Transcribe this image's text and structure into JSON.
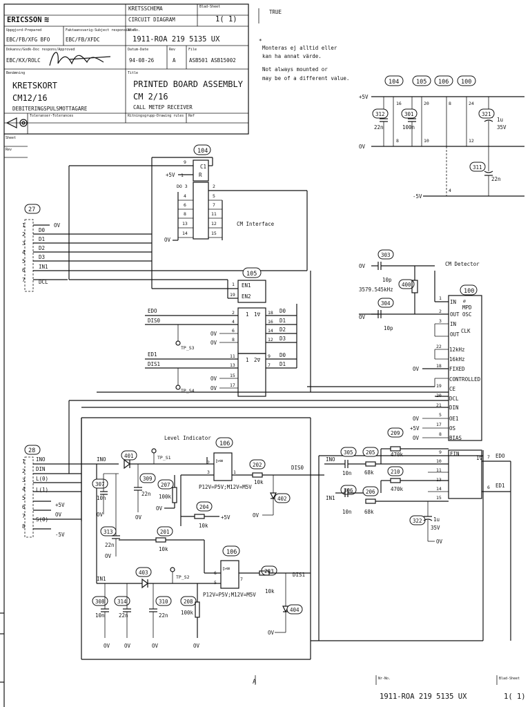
{
  "title_block": {
    "company": "ERICSSON",
    "doc_type_sv": "KRETSSCHEMA",
    "doc_type_en": "CIRCUIT DIAGRAM",
    "sheet_lbl": "Blad-Sheet",
    "sheet": "1(  1)",
    "true_lbl": "TRUE",
    "prepared_lbl": "Uppgjord-Prepared",
    "prepared": "EBC/FB/XFG  BFO",
    "subj_lbl": "Faktaansvarig-Subject responsible",
    "subj": "EBC/FB/XFDC",
    "no_lbl": "Nr-No.",
    "number": "1911-ROA 219 5135 UX",
    "approved_lbl": "Dokansv/Godk-Doc respons/Approved",
    "approved": "EBC/KX/ROLC",
    "date_lbl": "Datum-Date",
    "date": "94-08-26",
    "rev_lbl": "Rev",
    "rev": "A",
    "file_lbl": "File",
    "file": "ASB501 ASB15002",
    "signature": "Jan Dalsett",
    "desig_lbl": "Benämning",
    "title_lbl": "Title",
    "name_sv": "KRETSKORT",
    "name_code": "CM12/16",
    "name_sv2": "DEBITERINGSPULSMOTTAGARE",
    "title_en": "PRINTED BOARD ASSEMBLY",
    "title_code": "CM 2/16",
    "title_en2": "CALL METEP RECEIVER",
    "tol_lbl": "Toleranser-Tolerances",
    "drawing_lbl": "Ritningsgrupp-Drawing rules",
    "ref_lbl": "Ref",
    "sheet_side": "Sheet",
    "rev_side": "Rev",
    "bottom_no_lbl": "Nr-No.",
    "bottom_sheet_lbl": "Blad-Sheet",
    "bottom_number": "1911-ROA 219 5135 UX",
    "bottom_sheet": "1(  1)",
    "bottom_mark": "A"
  },
  "notes": {
    "star": "*",
    "line1": "Monteras ej alltid eller",
    "line2": "kan ha annat värde.",
    "line3": "Not always mounted or",
    "line4": "may be of a different value."
  },
  "blocks": {
    "cm_interface": "CM Interface",
    "cm_detector": "CM Detector",
    "level_indicator": "Level Indicator",
    "amp_supply_1": "P12V=P5V;M12V=M5V",
    "amp_supply_2": "P12V=P5V;M12V=M5V"
  },
  "components": {
    "c104": "104",
    "c105": "105",
    "c106": "106",
    "c100": "100",
    "c312": "312",
    "c301": "301",
    "c321": "321",
    "c311": "311",
    "c27": "27",
    "c28": "28",
    "c303": "303",
    "c304": "304",
    "c400": "400",
    "c209": "209",
    "c210": "210",
    "c305": "305",
    "c306": "306",
    "c205": "205",
    "c206": "206",
    "c322": "322",
    "c401": "401",
    "c307": "307",
    "c309": "309",
    "c207": "207",
    "c202": "202",
    "c402": "402",
    "c204": "204",
    "c201": "201",
    "c313": "313",
    "c403": "403",
    "c308": "308",
    "c314": "314",
    "c310": "310",
    "c208": "208",
    "c203": "203",
    "c404": "404",
    "amp1": "106",
    "amp2": "106"
  },
  "values": {
    "v22n": "22n",
    "v100n": "100n",
    "v1u": "1u",
    "v35v": "35V",
    "v10p": "10p",
    "v10p2": "10p",
    "vxtal": "3579.545kHz",
    "v470k": "470k",
    "v470k2": "470k",
    "v10n": "10n",
    "v68k": "68k",
    "v10k": "10k",
    "v100k": "100k"
  },
  "nets": {
    "p5v": "+5V",
    "ov": "OV",
    "m5v": "-5V",
    "p5v_small": "+5V",
    "d0": "D0",
    "d1": "D1",
    "d2": "D2",
    "d3": "D3",
    "in1": "IN1",
    "dcl": "DCL",
    "ino": "INO",
    "din": "DIN",
    "lo": "L(0)",
    "l1": "L(1)",
    "s0": "S(0)",
    "edo": "EDO",
    "ed1": "ED1",
    "diso": "DIS0",
    "dis1": "DIS1",
    "tp_s3": "TP_S3",
    "tp_s4": "TP_S4",
    "tp_s1": "TP_S1",
    "tp_s2": "TP_S2"
  },
  "ic100_pins": {
    "in": "IN",
    "mpd": "MPD",
    "out": "OUT",
    "osc": "OSC",
    "in2": "IN",
    "clk": "CLK",
    "out2": "OUT",
    "k12": "12kHz",
    "k16": "16kHz",
    "fixed": "FIXED",
    "controlled": "CONTROLLED",
    "ce": "CE",
    "dcl": "DCL",
    "din": "DIN",
    "oe1": "OE1",
    "os": "OS",
    "bias": "BIAS",
    "fin": "FIN",
    "nine": "ø"
  },
  "pin_numbers": {
    "p1": "1",
    "p2": "2",
    "p3": "3",
    "p4": "4",
    "p5": "5",
    "p6": "6",
    "p7": "7",
    "p8": "8",
    "p9": "9",
    "p10": "10",
    "p11": "11",
    "p12": "12",
    "p13": "13",
    "p14": "14",
    "p15": "15",
    "p16": "16",
    "p17": "17",
    "p18": "18",
    "p19": "19",
    "p20": "20",
    "p21": "21",
    "p22": "22",
    "p24": "24"
  },
  "ic104": {
    "c1": "C1",
    "r": "R",
    "d03": "DO 3",
    "one": "1",
    "two": "2"
  },
  "ic105": {
    "en1": "EN1",
    "en2": "EN2",
    "one": "1",
    "one_v": "1∇",
    "two_v": "2∇"
  },
  "amp": {
    "sym": "▷∞"
  }
}
